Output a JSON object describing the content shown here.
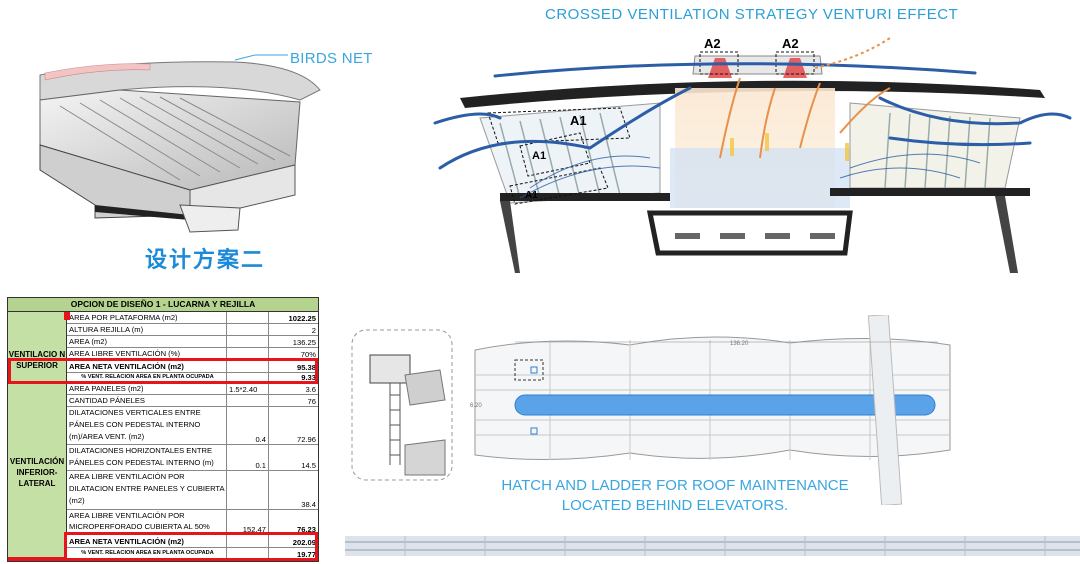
{
  "top_left": {
    "birds_net_label": "BIRDS NET",
    "scheme_title": "设计方案二"
  },
  "section_diagram": {
    "title": "CROSSED  VENTILATION  STRATEGY  VENTURI EFFECT",
    "labels": {
      "a2_left": "A2",
      "a2_right": "A2",
      "a1_upper": "A1",
      "a1_mid": "A1",
      "a1_lower": "A1"
    },
    "colors": {
      "flow_blue": "#2c5ea8",
      "flow_orange": "#e8914a",
      "accent_red": "#e23c3c"
    }
  },
  "plan": {
    "dimension_length": "136.20",
    "dimension_width": "6.20",
    "hatch_text_line1": "HATCH AND LADDER FOR ROOF MAINTENANCE",
    "hatch_text_line2": "LOCATED BEHIND ELEVATORS."
  },
  "table": {
    "title": "OPCION DE DISEÑO 1 - LUCARNA Y REJILLA",
    "group_superior": "VENTILACIO N SUPERIOR",
    "group_inferior": "VENTILACIÓN INFERIOR- LATERAL",
    "rows": [
      {
        "label": "AREA POR PLATAFORMA (m2)",
        "mid": "",
        "value": "1022.25"
      },
      {
        "label": "ALTURA REJILLA (m)",
        "mid": "",
        "value": "2"
      },
      {
        "label": "AREA (m2)",
        "mid": "",
        "value": "136.25"
      },
      {
        "label": "AREA LIBRE VENTILACIÓN (%)",
        "mid": "",
        "value": "70%"
      },
      {
        "label": "AREA NETA VENTILACIÓN (m2)",
        "mid": "",
        "value": "95.38"
      },
      {
        "label": "% VENT. RELACION AREA EN PLANTA OCUPADA",
        "mid": "",
        "value": "9.33"
      },
      {
        "label": "AREA PANELES (m2)",
        "mid": "1.5*2.40",
        "value": "3.6"
      },
      {
        "label": "CANTIDAD PÁNELES",
        "mid": "",
        "value": "76"
      },
      {
        "label": "DILATACIONES VERTICALES ENTRE PÁNELES CON PEDESTAL INTERNO (m)/AREA VENT. (m2)",
        "mid": "0.4",
        "value": "72.96"
      },
      {
        "label": "DILATACIONES HORIZONTALES ENTRE PÁNELES CON PEDESTAL INTERNO (m)",
        "mid": "0.1",
        "value": "14.5"
      },
      {
        "label": "AREA LIBRE VENTILACIÓN POR DILATACION ENTRE PANELES Y CUBIERTA (m2)",
        "mid": "",
        "value": "38.4"
      },
      {
        "label": "AREA LIBRE VENTILACIÓN POR MICROPERFORADO CUBIERTA AL 50%",
        "mid": "152.47",
        "value": "76.23"
      },
      {
        "label": "AREA NETA VENTILACIÓN (m2)",
        "mid": "",
        "value": "202.09"
      },
      {
        "label": "% VENT. RELACION AREA EN PLANTA OCUPADA",
        "mid": "",
        "value": "19.77"
      }
    ],
    "colors": {
      "header_green": "#b4d38f",
      "group_green": "#c5e0a5",
      "highlight_red": "#e8141b"
    }
  }
}
